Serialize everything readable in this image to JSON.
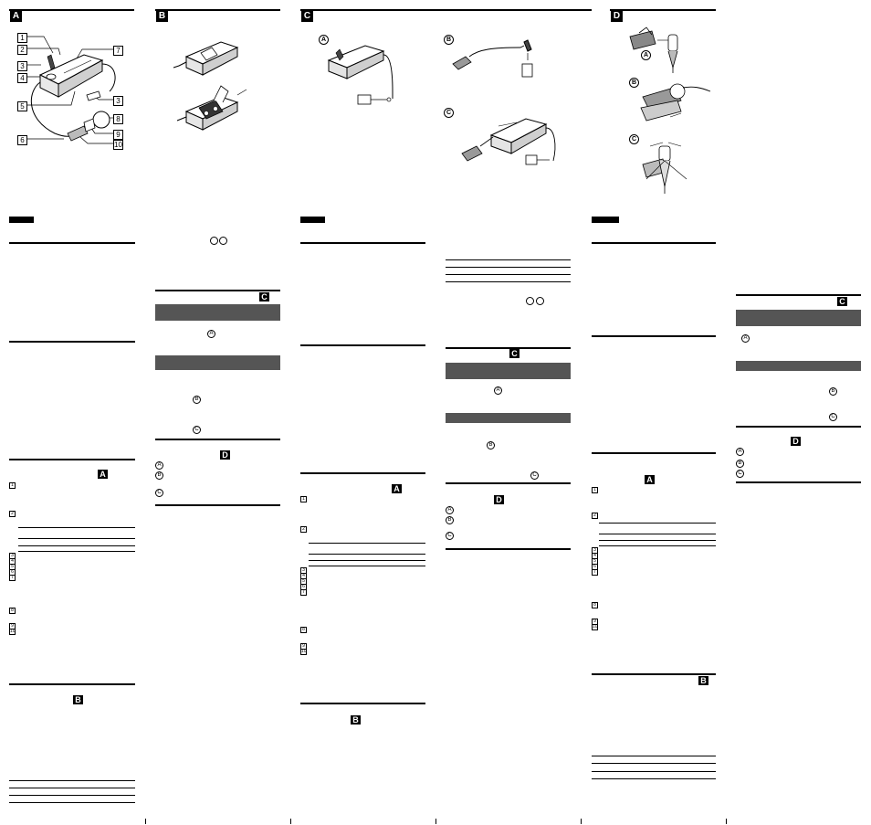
{
  "figures": {
    "A": {
      "label": "A",
      "callouts": [
        "1",
        "2",
        "3",
        "4",
        "5",
        "6",
        "7",
        "3",
        "8",
        "9",
        "10"
      ]
    },
    "B": {
      "label": "B"
    },
    "C": {
      "label": "C",
      "sub": [
        "A",
        "B",
        "C"
      ]
    },
    "D": {
      "label": "D",
      "sub": [
        "A",
        "B",
        "C"
      ]
    }
  },
  "section_refs": {
    "A": "A",
    "B": "B",
    "C": "C",
    "D": "D"
  },
  "step_numbers": [
    "1",
    "2",
    "3",
    "4",
    "5",
    "6",
    "7",
    "8",
    "9",
    "10"
  ],
  "sub_markers": [
    "A",
    "B",
    "C"
  ]
}
